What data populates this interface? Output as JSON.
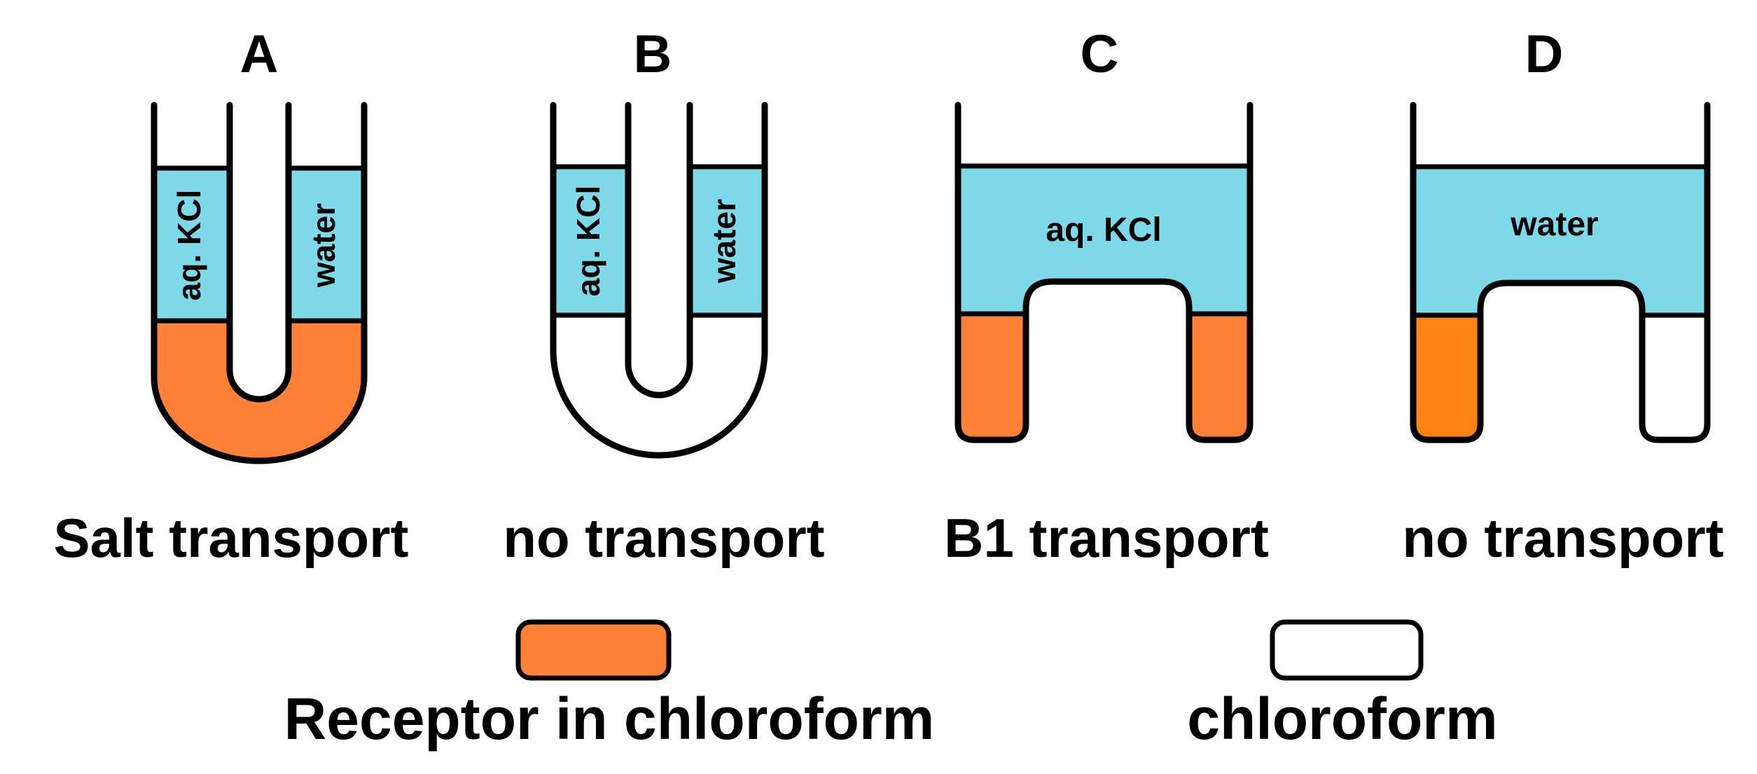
{
  "colors": {
    "water_phase": "#7DD8E8",
    "receptor_phase": "#FF8138",
    "receptor_phase_alt": "#FF8412",
    "chloroform_phase": "#FFFFFF",
    "outline": "#000000"
  },
  "panels": [
    {
      "id": "A",
      "letter": "A",
      "left_label": "aq. KCl",
      "right_label": "water",
      "caption": "Salt transport",
      "bottom_phase": "receptor"
    },
    {
      "id": "B",
      "letter": "B",
      "left_label": "aq. KCl",
      "right_label": "water",
      "caption": "no transport",
      "bottom_phase": "chloroform"
    },
    {
      "id": "C",
      "letter": "C",
      "top_label": "aq. KCl",
      "caption": "B1 transport",
      "left_leg_phase": "receptor",
      "right_leg_phase": "receptor"
    },
    {
      "id": "D",
      "letter": "D",
      "top_label": "water",
      "caption": "no transport",
      "left_leg_phase": "receptor",
      "right_leg_phase": "chloroform"
    }
  ],
  "legend": [
    {
      "label": "Receptor in chloroform",
      "swatch": "receptor"
    },
    {
      "label": "chloroform",
      "swatch": "chloroform"
    }
  ]
}
